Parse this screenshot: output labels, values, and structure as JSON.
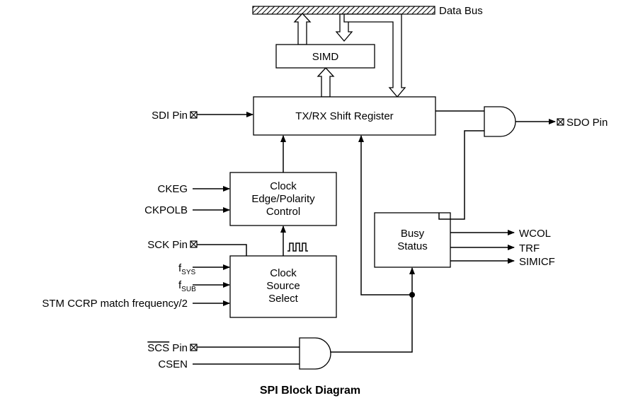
{
  "bus": {
    "label": "Data Bus"
  },
  "blocks": {
    "simd": "SIMD",
    "shift_register": "TX/RX Shift Register",
    "clock_edge": [
      "Clock",
      "Edge/Polarity",
      "Control"
    ],
    "clock_source": [
      "Clock",
      "Source",
      "Select"
    ],
    "busy_status": [
      "Busy",
      "Status"
    ]
  },
  "pins": {
    "sdi": "SDI Pin",
    "sdo": "SDO Pin",
    "sck": "SCK Pin",
    "scs": "SCS",
    "scs_suffix": " Pin"
  },
  "inputs": {
    "ckeg": "CKEG",
    "ckpolb": "CKPOLB",
    "fsys_base": "f",
    "fsys_sub": "SYS",
    "fsub_base": "f",
    "fsub_sub": "SUB",
    "stm": "STM CCRP match frequency/2",
    "csen": "CSEN"
  },
  "outputs": {
    "wcol": "WCOL",
    "trf": "TRF",
    "simicf": "SIMICF"
  },
  "caption": "SPI Block Diagram"
}
